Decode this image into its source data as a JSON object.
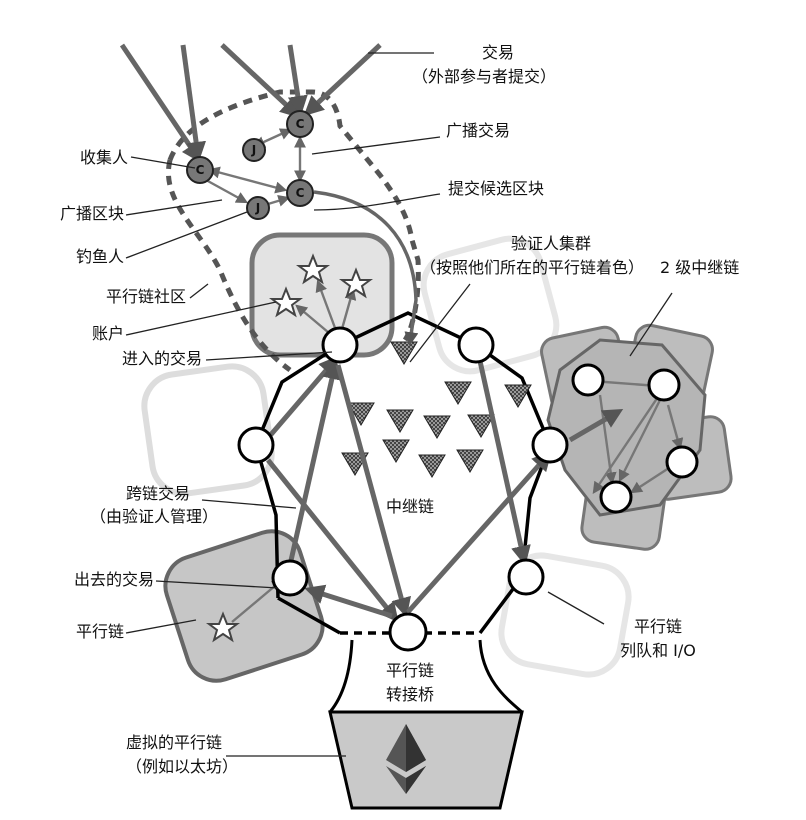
{
  "labels": {
    "tx_title": "交易",
    "tx_sub": "（外部参与者提交）",
    "broadcast_tx": "广播交易",
    "collector": "收集人",
    "submit_candidate": "提交候选区块",
    "broadcast_block": "广播区块",
    "fisherman": "钓鱼人",
    "validator_group": "验证人集群",
    "validator_group_sub": "（按照他们所在的平行链着色）",
    "second_level": "2 级中继链",
    "parachain_community": "平行链社区",
    "account": "账户",
    "incoming_tx": "进入的交易",
    "cross_chain_tx": "跨链交易",
    "cross_chain_tx_sub": "（由验证人管理）",
    "relay_chain": "中继链",
    "outgoing_tx": "出去的交易",
    "parachain": "平行链",
    "parachain_queue": "平行链",
    "parachain_queue_sub": "列队和 I/O",
    "bridge": "平行链",
    "bridge_sub": "转接桥",
    "virtual_parachain": "虚拟的平行链",
    "virtual_parachain_sub": "（例如以太坊）"
  },
  "node_letters": {
    "collator": "C",
    "fisher": "J"
  },
  "icons": [
    "star-icon",
    "ethereum-icon",
    "validator-triangle-icon"
  ],
  "colors": {
    "ink": "#000000",
    "dark_gray": "#555555",
    "mid_gray": "#888888",
    "light_gray": "#cccccc",
    "pale_gray": "#e6e6e6",
    "white": "#ffffff"
  }
}
